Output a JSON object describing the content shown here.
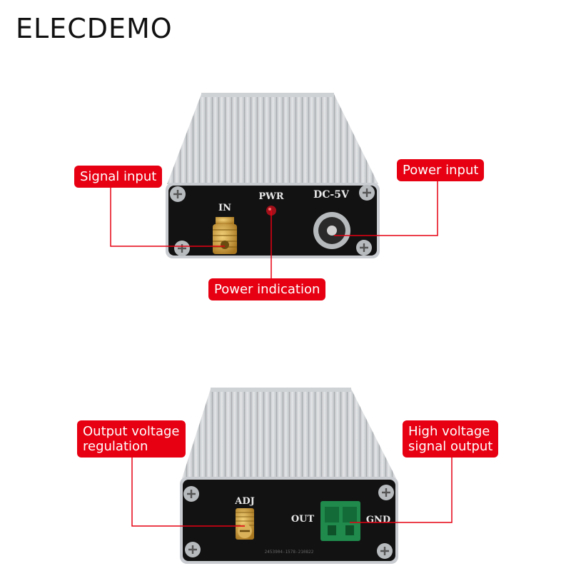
{
  "brand": "ELECDEMO",
  "top_device": {
    "callouts": {
      "signal_input": "Signal input",
      "power_input": "Power input",
      "power_indication": "Power indication"
    },
    "panel_text": {
      "in": "IN",
      "pwr": "PWR",
      "dc": "DC-5V"
    }
  },
  "bottom_device": {
    "callouts": {
      "output_voltage_regulation": "Output voltage\nregulation",
      "high_voltage_signal_output": "High voltage\nsignal output"
    },
    "panel_text": {
      "adj": "ADJ",
      "out": "OUT",
      "gnd": "GND"
    }
  },
  "colors": {
    "callout_bg": "#e60012",
    "callout_text": "#ffffff",
    "panel": "#121212",
    "enclosure": "#d4d6d8"
  }
}
